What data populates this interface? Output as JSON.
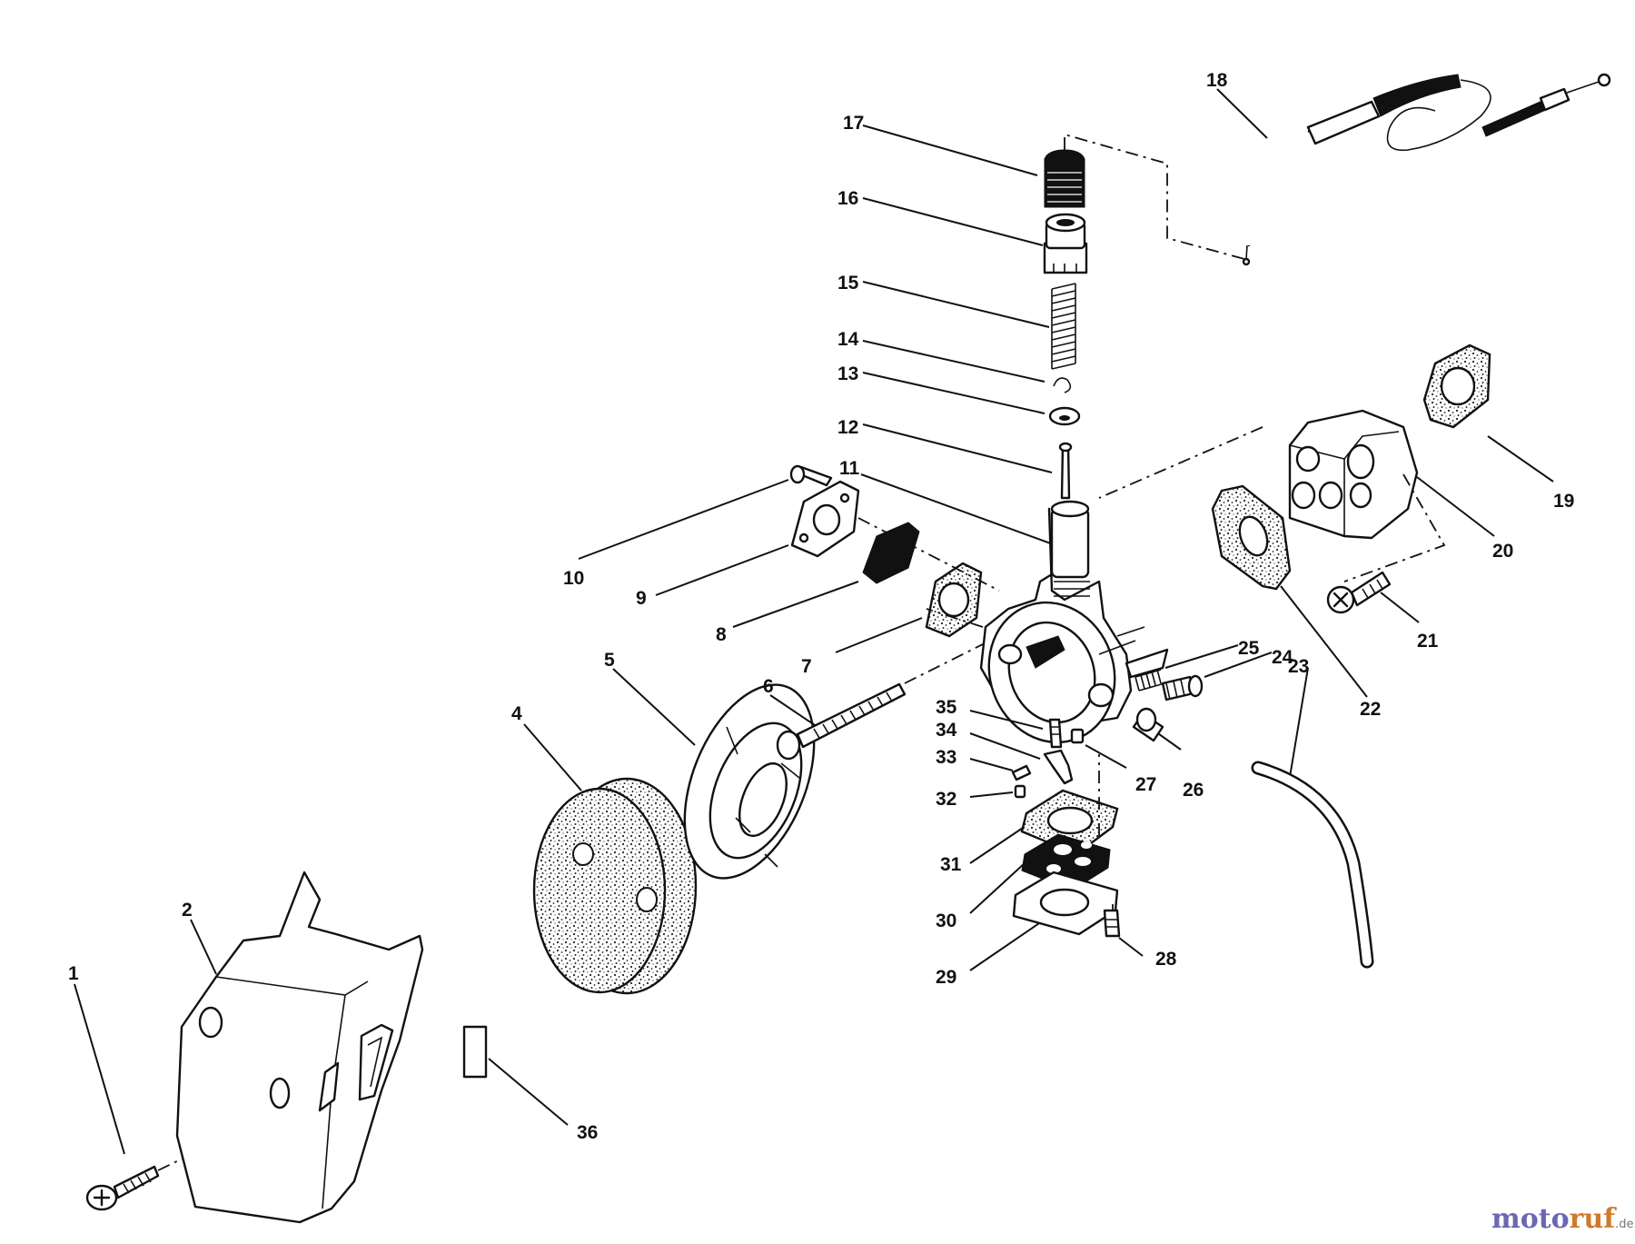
{
  "diagram": {
    "labels": {
      "p1": "1",
      "p2": "2",
      "p4": "4",
      "p5": "5",
      "p6": "6",
      "p7": "7",
      "p8": "8",
      "p9": "9",
      "p10": "10",
      "p11": "11",
      "p12": "12",
      "p13": "13",
      "p14": "14",
      "p15": "15",
      "p16": "16",
      "p17": "17",
      "p18": "18",
      "p19": "19",
      "p20": "20",
      "p21": "21",
      "p22": "22",
      "p23": "23",
      "p24": "24",
      "p25": "25",
      "p26": "26",
      "p27": "27",
      "p28": "28",
      "p29": "29",
      "p30": "30",
      "p31": "31",
      "p32": "32",
      "p33": "33",
      "p34": "34",
      "p35": "35",
      "p36": "36"
    }
  },
  "watermark": {
    "part1": "moto",
    "part2": "ruf",
    "suffix": ".de"
  }
}
